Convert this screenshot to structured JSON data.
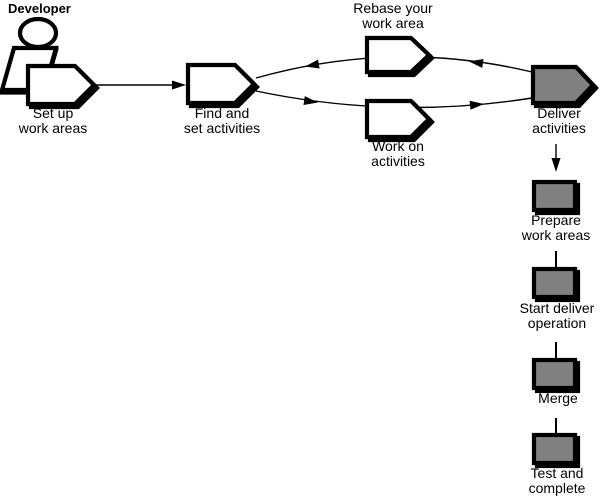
{
  "title": "Developer",
  "colors": {
    "background": "#ffffff",
    "outline": "#000000",
    "text": "#000000",
    "shape_fill_white": "#ffffff",
    "shape_fill_gray": "#808080"
  },
  "actor": {
    "name": "Developer",
    "icon": "person-icon"
  },
  "nodes": {
    "setup": {
      "line1": "Set up",
      "line2": "work areas",
      "shape": "activity-arrow",
      "fill": "white"
    },
    "find": {
      "line1": "Find and",
      "line2": "set activities",
      "shape": "activity-arrow",
      "fill": "white"
    },
    "rebase": {
      "line1": "Rebase your",
      "line2": "work area",
      "shape": "activity-arrow",
      "fill": "white"
    },
    "workon": {
      "line1": "Work on",
      "line2": "activities",
      "shape": "activity-arrow",
      "fill": "white"
    },
    "deliver": {
      "line1": "Deliver",
      "line2": "activities",
      "shape": "activity-arrow",
      "fill": "gray"
    },
    "prepare": {
      "line1": "Prepare",
      "line2": "work areas",
      "shape": "box",
      "fill": "gray"
    },
    "start": {
      "line1": "Start deliver",
      "line2": "operation",
      "shape": "box",
      "fill": "gray"
    },
    "merge": {
      "line1": "Merge",
      "shape": "box",
      "fill": "gray"
    },
    "test": {
      "line1": "Test and",
      "line2": "complete",
      "shape": "box",
      "fill": "gray"
    }
  },
  "edges": [
    {
      "from": "setup",
      "to": "find",
      "type": "straight-arrow"
    },
    {
      "from": "find",
      "to": "workon",
      "type": "curved-arrow"
    },
    {
      "from": "workon",
      "to": "deliver",
      "type": "curved-arrow"
    },
    {
      "from": "deliver",
      "to": "rebase",
      "type": "curved-arrow"
    },
    {
      "from": "rebase",
      "to": "find",
      "type": "curved-arrow"
    },
    {
      "from": "deliver",
      "to": "prepare",
      "type": "straight-arrow"
    },
    {
      "from": "prepare",
      "to": "start",
      "type": "plain-line"
    },
    {
      "from": "start",
      "to": "merge",
      "type": "plain-line"
    },
    {
      "from": "merge",
      "to": "test",
      "type": "plain-line"
    }
  ]
}
